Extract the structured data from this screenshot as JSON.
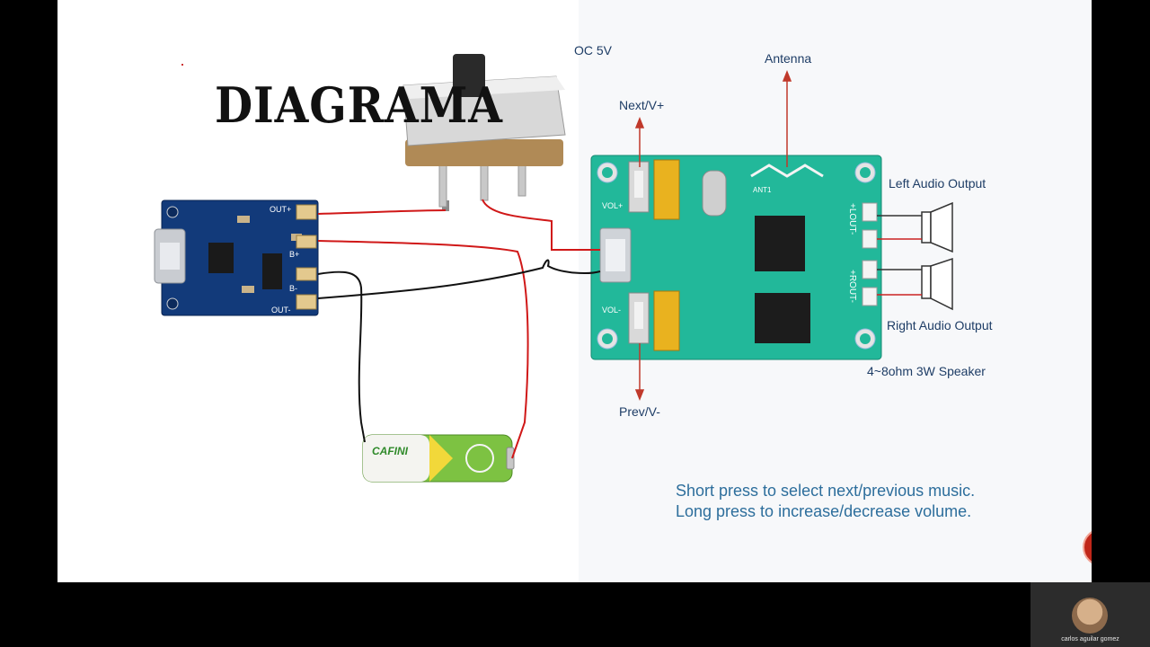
{
  "slide": {
    "title": "DIAGRAMA",
    "labels": {
      "dc": "OC 5V",
      "antenna": "Antenna",
      "next": "Next/V+",
      "prev": "Prev/V-",
      "left_out": "Left Audio Output",
      "right_out": "Right Audio Output",
      "speaker": "4~8ohm 3W Speaker"
    },
    "notes": [
      "Short press to select next/previous music.",
      "Long press to increase/decrease volume."
    ],
    "battery_brand": "CAFINI",
    "charger_pins": {
      "out_plus": "OUT+",
      "b_plus": "B+",
      "b_minus": "B-",
      "out_minus": "OUT-"
    },
    "module_pins": {
      "vol_plus": "VOL+",
      "vol_minus": "VOL-",
      "ant": "ANT1",
      "lout": "+LOUT-",
      "rout": "+ROUT-"
    }
  },
  "webcam": {
    "name": "carlos aguilar gomez"
  },
  "colors": {
    "board_blue": "#123a7a",
    "board_green": "#22b89a",
    "wire_red": "#d01818",
    "wire_black": "#111111",
    "label_blue": "#1e3d66"
  }
}
